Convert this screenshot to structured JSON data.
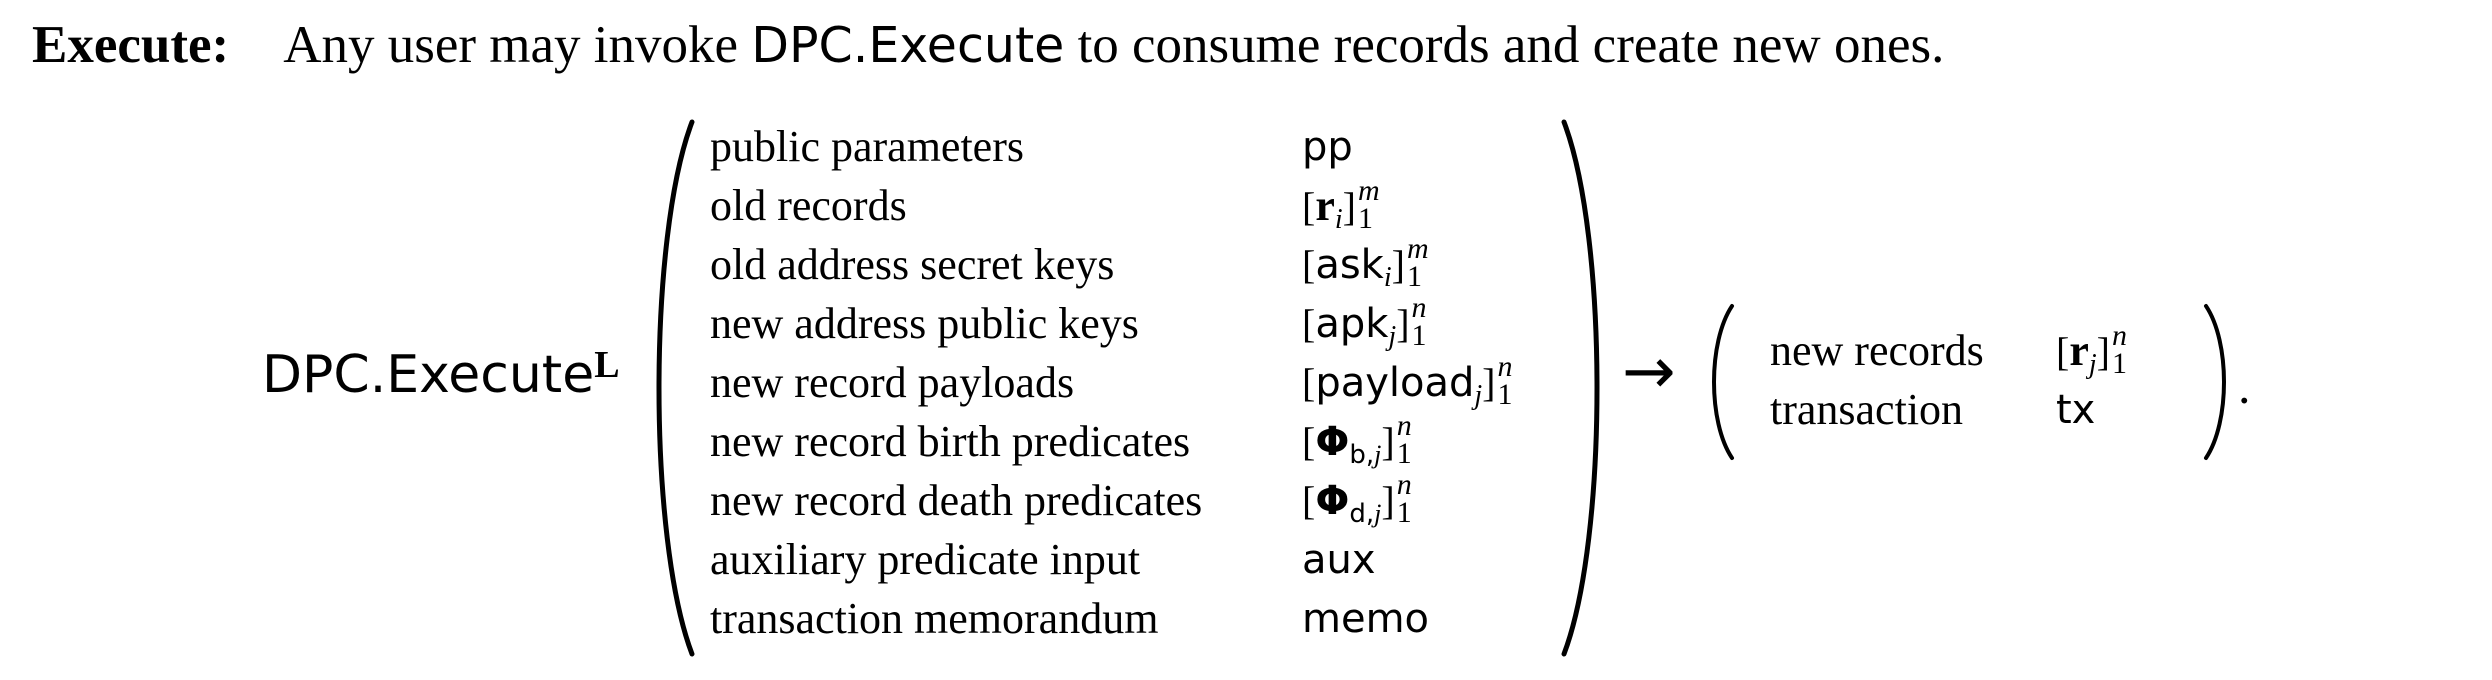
{
  "intro": {
    "keyword": "Execute:",
    "text_pre": "Any user may invoke ",
    "function_name": "DPC.Execute",
    "text_post": " to consume records and create new ones."
  },
  "function": {
    "name": "DPC.Execute",
    "superscript": "L"
  },
  "inputs": [
    {
      "label": "public parameters",
      "symbol": "pp"
    },
    {
      "label": "old records",
      "symbol": "[r_i]_1^m"
    },
    {
      "label": "old address secret keys",
      "symbol": "[ask_i]_1^m"
    },
    {
      "label": "new address public keys",
      "symbol": "[apk_j]_1^n"
    },
    {
      "label": "new record payloads",
      "symbol": "[payload_j]_1^n"
    },
    {
      "label": "new record birth predicates",
      "symbol": "[Φ_b,j]_1^n"
    },
    {
      "label": "new record death predicates",
      "symbol": "[Φ_d,j]_1^n"
    },
    {
      "label": "auxiliary predicate input",
      "symbol": "aux"
    },
    {
      "label": "transaction memorandum",
      "symbol": "memo"
    }
  ],
  "arrow": "→",
  "outputs": [
    {
      "label": "new records",
      "symbol": "[r_j]_1^n"
    },
    {
      "label": "transaction",
      "symbol": "tx"
    }
  ],
  "terminal_punctuation": "."
}
